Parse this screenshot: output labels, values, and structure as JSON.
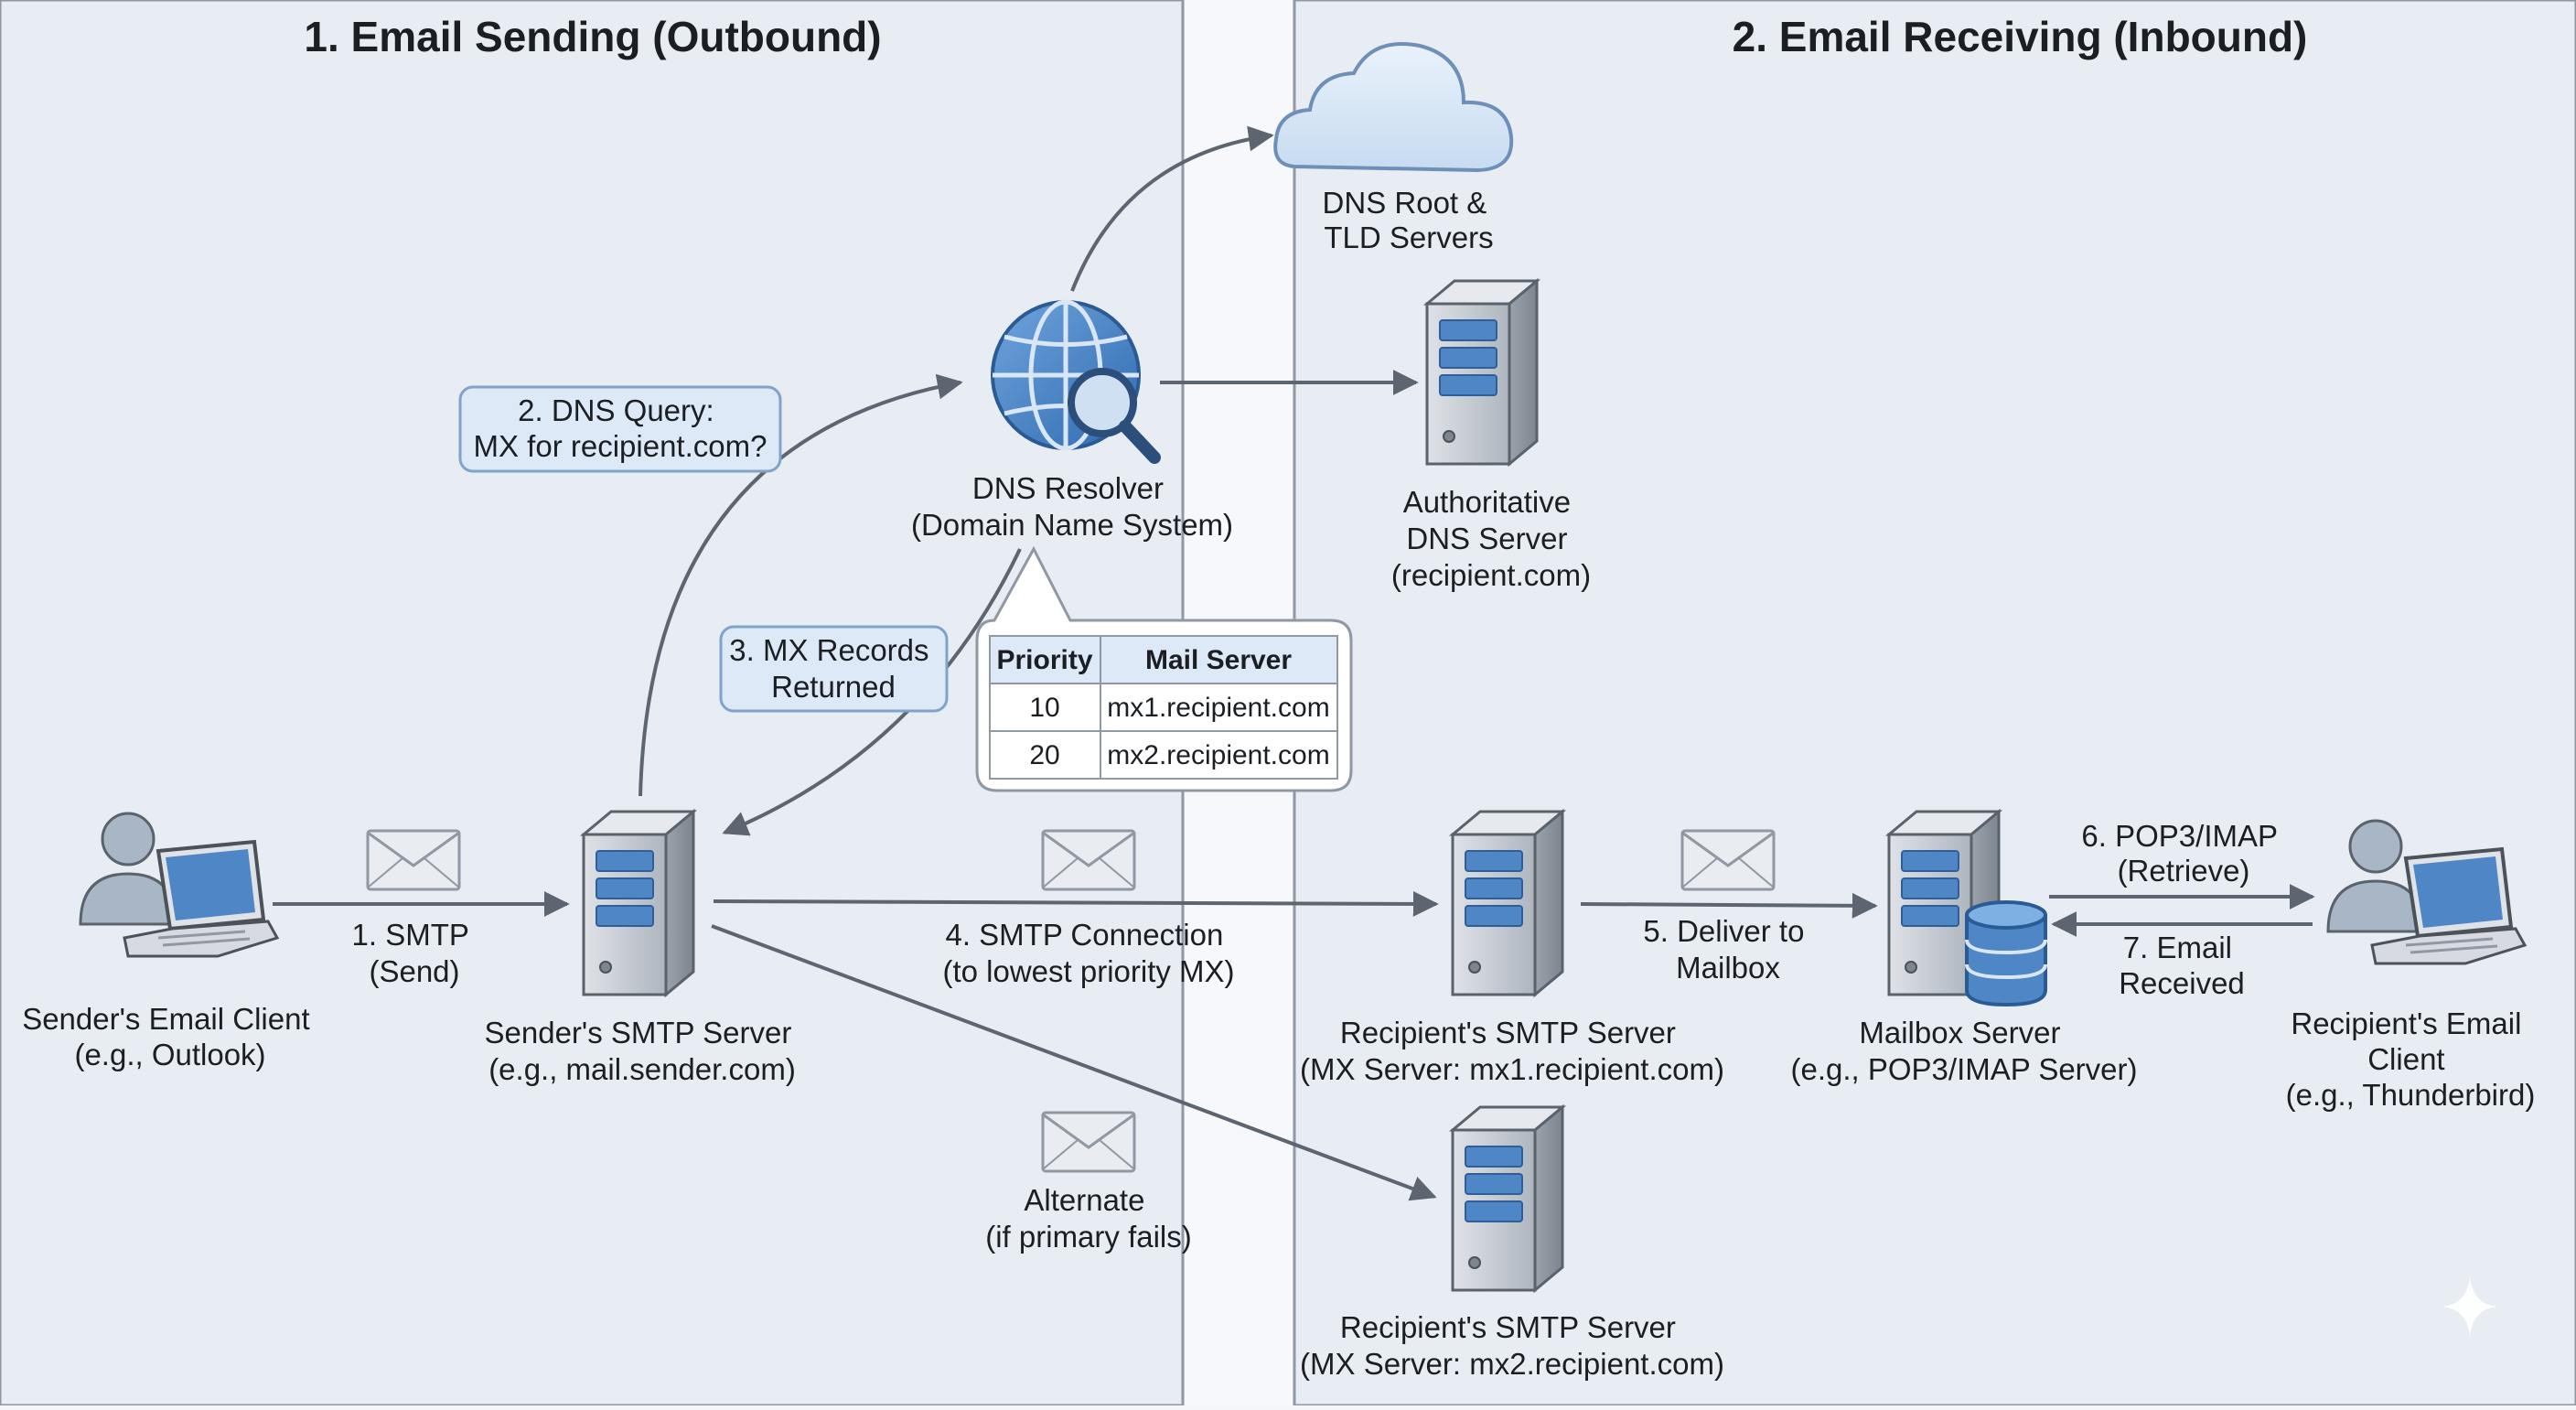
{
  "sections": {
    "outbound_title": "1. Email Sending (Outbound)",
    "inbound_title": "2. Email Receiving (Inbound)"
  },
  "nodes": {
    "dns_root": [
      "DNS Root &",
      "TLD Servers"
    ],
    "dns_resolver": [
      "DNS Resolver",
      "(Domain Name System)"
    ],
    "authoritative_dns": [
      "Authoritative",
      "DNS Server",
      "(recipient.com)"
    ],
    "sender_client": [
      "Sender's Email Client",
      "(e.g., Outlook)"
    ],
    "sender_smtp": [
      "Sender's SMTP Server",
      "(e.g., mail.sender.com)"
    ],
    "recipient_smtp1": [
      "Recipient's SMTP Server",
      "(MX Server: mx1.recipient.com)"
    ],
    "recipient_smtp2": [
      "Recipient's SMTP Server",
      "(MX Server: mx2.recipient.com)"
    ],
    "mailbox_server": [
      "Mailbox Server",
      "(e.g., POP3/IMAP Server)"
    ],
    "recipient_client": [
      "Recipient's Email",
      "Client",
      "(e.g., Thunderbird)"
    ]
  },
  "steps": {
    "dns_query": [
      "2. DNS Query:",
      "MX for recipient.com?"
    ],
    "mx_returned": [
      "3. MX Records",
      "Returned"
    ],
    "smtp_send": [
      "1. SMTP",
      "(Send)"
    ],
    "smtp_connection": [
      "4. SMTP Connection",
      "(to lowest priority MX)"
    ],
    "alternate": [
      "Alternate",
      "(if primary fails)"
    ],
    "deliver": [
      "5. Deliver to",
      "Mailbox"
    ],
    "retrieve": [
      "6. POP3/IMAP",
      "(Retrieve)"
    ],
    "received": [
      "7. Email",
      "Received"
    ]
  },
  "mx_table": {
    "headers": [
      "Priority",
      "Mail Server"
    ],
    "rows": [
      [
        "10",
        "mx1.recipient.com"
      ],
      [
        "20",
        "mx2.recipient.com"
      ]
    ]
  },
  "icons": {
    "cloud": "cloud-icon",
    "globe": "globe-search-icon",
    "server": "server-tower-icon",
    "database": "database-icon",
    "user": "user-laptop-icon",
    "envelope": "envelope-icon"
  },
  "colors": {
    "panel_fill": "#e8edf3",
    "divider": "#8f98a3",
    "arrow": "#5d6670",
    "callout_fill": "#dde9f7",
    "callout_stroke": "#7fa3cc",
    "icon_blue": "#4e86c6",
    "server_gray": "#c9ced5",
    "text": "#1b1e22"
  }
}
